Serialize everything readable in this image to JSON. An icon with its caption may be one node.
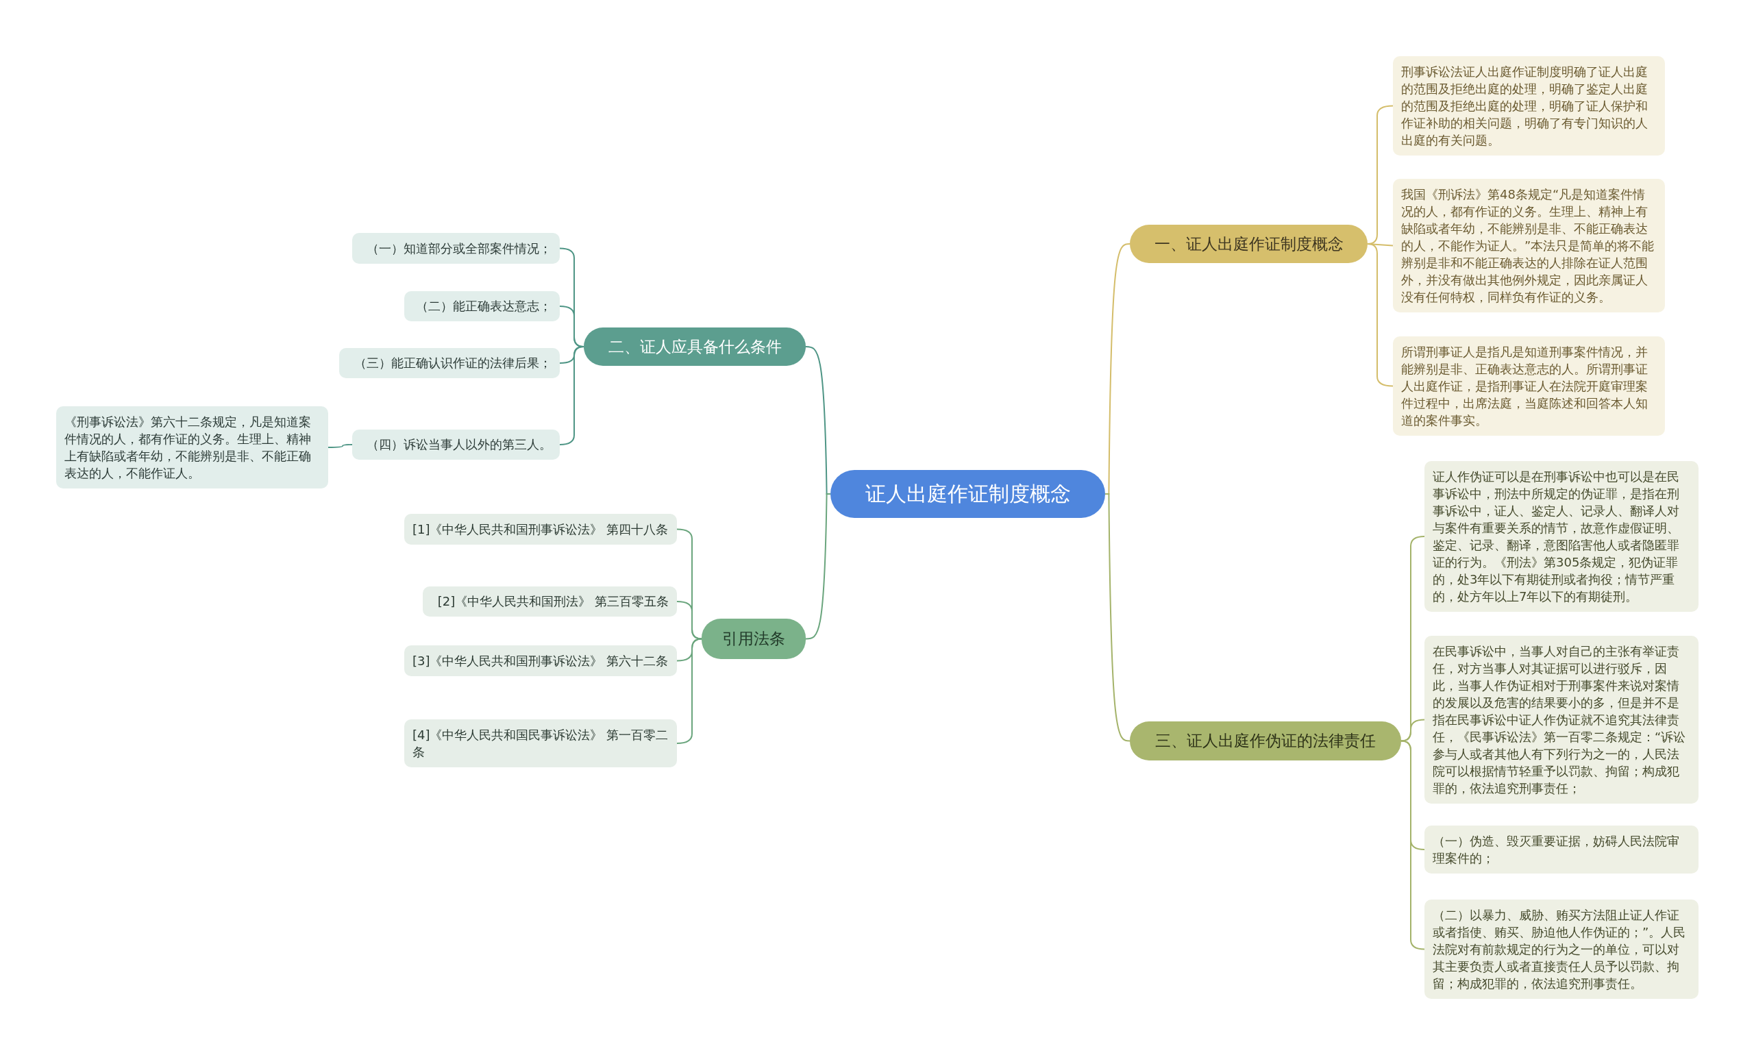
{
  "diagram": {
    "nodes": [
      {
        "text": [
          "证人出庭作证制度概念"
        ]
      },
      {
        "text": [
          "一、证人出庭作证制度概念"
        ]
      },
      {
        "text": [
          "刑事诉讼法证人出庭作证制度明确了证人出庭的范围及拒绝出庭的处理，明确了鉴定人出庭的范围及拒绝出庭的处理，明确了证人保护和作证补助的相关问题，明确了有专门知识的人出庭的有关问题。"
        ]
      },
      {
        "text": [
          "我国《刑诉法》第48条规定“凡是知道案件情况的人，都有作证的义务。生理上、精神上有缺陷或者年幼，不能辨别是非、不能正确表达的人，不能作为证人。”本法只是简单的将不能辨别是非和不能正确表达的人排除在证人范围外，并没有做出其他例外规定，因此亲属证人没有任何特权，同样负有作证的义务。"
        ]
      },
      {
        "text": [
          "所谓刑事证人是指凡是知道刑事案件情况，并能辨别是非、正确表达意志的人。所谓刑事证人出庭作证，是指刑事证人在法院开庭审理案件过程中，出席法庭，当庭陈述和回答本人知道的案件事实。"
        ]
      },
      {
        "text": [
          "二、证人应具备什么条件"
        ]
      },
      {
        "text": [
          "（一）知道部分或全部案件情况；"
        ]
      },
      {
        "text": [
          "（二）能正确表达意志；"
        ]
      },
      {
        "text": [
          "（三）能正确认识作证的法律后果；"
        ]
      },
      {
        "text": [
          "（四）诉讼当事人以外的第三人。"
        ]
      },
      {
        "text": [
          "《刑事诉讼法》第六十二条规定，凡是知道案件情况的人，都有作证的义务。生理上、精神上有缺陷或者年幼，不能辨别是非、不能正确表达的人，不能作证人。"
        ]
      },
      {
        "text": [
          "引用法条"
        ]
      },
      {
        "text": [
          "[1]《中华人民共和国刑事诉讼法》 第四十八条"
        ]
      },
      {
        "text": [
          "[2]《中华人民共和国刑法》 第三百零五条"
        ]
      },
      {
        "text": [
          "[3]《中华人民共和国刑事诉讼法》 第六十二条"
        ]
      },
      {
        "text": [
          "[4]《中华人民共和国民事诉讼法》 第一百零二条"
        ]
      },
      {
        "text": [
          "三、证人出庭作伪证的法律责任"
        ]
      },
      {
        "text": [
          "证人作伪证可以是在刑事诉讼中也可以是在民事诉讼中，刑法中所规定的伪证罪，是指在刑事诉讼中，证人、鉴定人、记录人、翻译人对与案件有重要关系的情节，故意作虚假证明、鉴定、记录、翻译，意图陷害他人或者隐匿罪证的行为。《刑法》第305条规定，犯伪证罪的，处3年以下有期徒刑或者拘役；情节严重的，处方年以上7年以下的有期徒刑。"
        ]
      },
      {
        "text": [
          "在民事诉讼中，当事人对自己的主张有举证责任，对方当事人对其证据可以进行驳斥，因此，当事人作伪证相对于刑事案件来说对案情的发展以及危害的结果要小的多，但是并不是指在民事诉讼中证人作伪证就不追究其法律责任，《民事诉讼法》第一百零二条规定：“诉讼参与人或者其他人有下列行为之一的，人民法院可以根据情节轻重予以罚款、拘留；构成犯罪的，依法追究刑事责任；"
        ]
      },
      {
        "text": [
          "（一）伪造、毁灭重要证据，妨碍人民法院审理案件的；"
        ]
      },
      {
        "text": [
          "（二）以暴力、威胁、贿买方法阻止证人作证或者指使、贿买、胁迫他人作伪证的；”。人民法院对有前款规定的行为之一的单位，可以对其主要负责人或者直接责任人员予以罚款、拘留；构成犯罪的，依法追究刑事责任。"
        ]
      }
    ],
    "edges": [
      {
        "from": 0,
        "to": 1,
        "arrow": "none",
        "color": "#d4bd6a"
      },
      {
        "from": 1,
        "to": 2,
        "arrow": "none",
        "color": "#d4bd6a"
      },
      {
        "from": 1,
        "to": 3,
        "arrow": "none",
        "color": "#d4bd6a"
      },
      {
        "from": 1,
        "to": 4,
        "arrow": "none",
        "color": "#d4bd6a"
      },
      {
        "from": 0,
        "to": 5,
        "arrow": "none",
        "color": "#4e9585"
      },
      {
        "from": 5,
        "to": 6,
        "arrow": "none",
        "color": "#4e9585"
      },
      {
        "from": 5,
        "to": 7,
        "arrow": "none",
        "color": "#4e9585"
      },
      {
        "from": 5,
        "to": 8,
        "arrow": "none",
        "color": "#4e9585"
      },
      {
        "from": 5,
        "to": 9,
        "arrow": "none",
        "color": "#4e9585"
      },
      {
        "from": 9,
        "to": 10,
        "arrow": "none",
        "color": "#4e9585"
      },
      {
        "from": 0,
        "to": 11,
        "arrow": "none",
        "color": "#6aa57d"
      },
      {
        "from": 11,
        "to": 12,
        "arrow": "none",
        "color": "#6aa57d"
      },
      {
        "from": 11,
        "to": 13,
        "arrow": "none",
        "color": "#6aa57d"
      },
      {
        "from": 11,
        "to": 14,
        "arrow": "none",
        "color": "#6aa57d"
      },
      {
        "from": 11,
        "to": 15,
        "arrow": "none",
        "color": "#6aa57d"
      },
      {
        "from": 0,
        "to": 16,
        "arrow": "none",
        "color": "#a4b36a"
      },
      {
        "from": 16,
        "to": 17,
        "arrow": "none",
        "color": "#a4b36a"
      },
      {
        "from": 16,
        "to": 18,
        "arrow": "none",
        "color": "#a4b36a"
      },
      {
        "from": 16,
        "to": 19,
        "arrow": "none",
        "color": "#a4b36a"
      },
      {
        "from": 16,
        "to": 20,
        "arrow": "none",
        "color": "#a4b36a"
      }
    ]
  }
}
